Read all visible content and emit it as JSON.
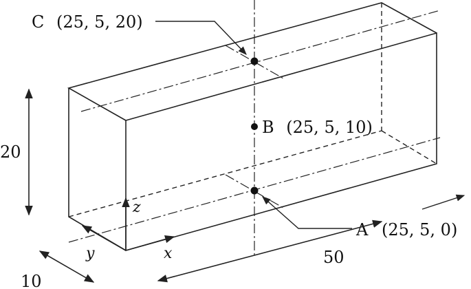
{
  "points": {
    "A": {
      "label": "A",
      "coords": "(25, 5, 0)"
    },
    "B": {
      "label": "B",
      "coords": "(25, 5, 10)"
    },
    "C": {
      "label": "C",
      "coords": "(25, 5, 20)"
    }
  },
  "dimensions": {
    "height": "20",
    "depth": "10",
    "length": "50"
  },
  "axes": {
    "x": "x",
    "y": "y",
    "z": "z"
  }
}
